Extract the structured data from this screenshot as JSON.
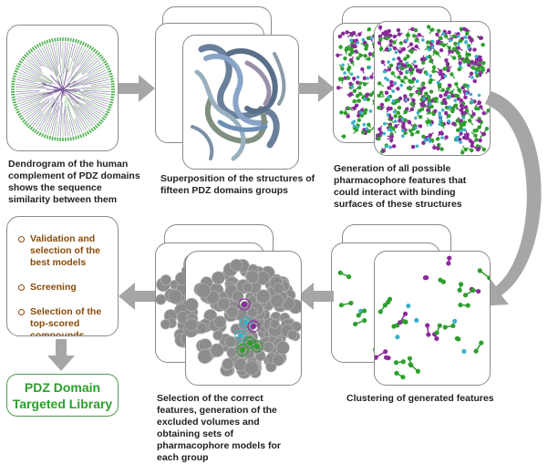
{
  "steps": {
    "dendrogram": {
      "caption": "Dendrogram of the human complement of PDZ domains shows the sequence similarity between them"
    },
    "superposition": {
      "caption": "Superposition of the structures of fifteen PDZ domains groups"
    },
    "generation": {
      "caption": "Generation of all possible pharmacophore features that could interact with binding surfaces of these structures"
    },
    "clustering": {
      "caption": "Clustering of generated features"
    },
    "selection": {
      "caption": "Selection of the correct features, generation of the excluded volumes and obtaining sets of pharmacophore models for each group"
    },
    "validation": {
      "items": [
        "Validation and selection of the best models",
        "Screening",
        "Selection of the top-scored compounds"
      ]
    },
    "library": {
      "line1": "PDZ Domain",
      "line2": "Targeted Library"
    }
  },
  "colors": {
    "arrow": "#a6a6a6",
    "green_text": "#2aa02a",
    "bullet_text": "#8a4b08",
    "feature_green": "#2e9e2e",
    "feature_purple": "#8a2a9a",
    "feature_cyan": "#3ab0c8"
  }
}
